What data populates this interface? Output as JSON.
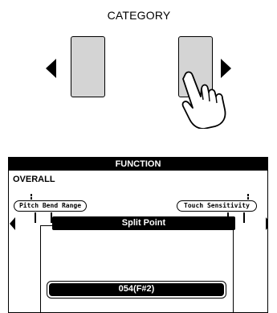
{
  "top": {
    "category_label": "CATEGORY"
  },
  "screen": {
    "title": "FUNCTION",
    "section": "OVERALL",
    "params": {
      "left": "Pitch Bend Range",
      "right": "Touch Sensitivity"
    },
    "panel_title": "Split Point",
    "value": "054(F#2)"
  },
  "icons": {
    "category_left": "triangle-left-icon",
    "category_right": "triangle-right-icon",
    "hand": "pointing-hand-icon",
    "nav_left": "nav-left-arrow-icon",
    "nav_right": "nav-right-arrow-icon"
  },
  "colors": {
    "button_fill": "#d4d4d4",
    "lcd_fg": "#000000",
    "lcd_bg": "#ffffff"
  }
}
